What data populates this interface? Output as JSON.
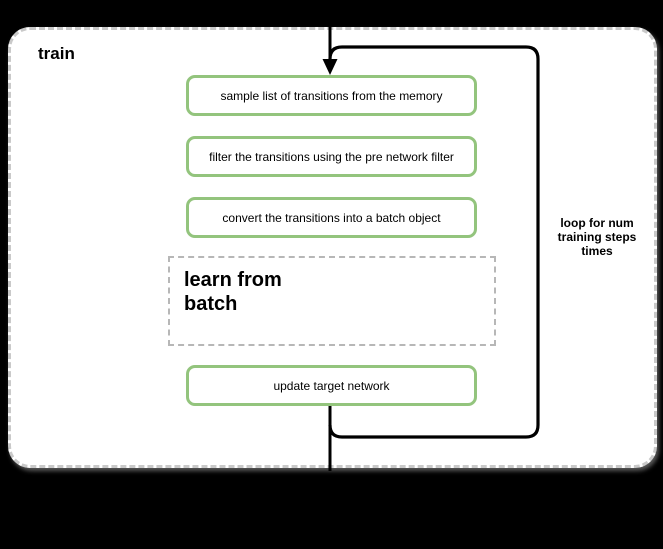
{
  "diagram": {
    "container_label": "train",
    "loop_annotation": "loop for num\ntraining steps\ntimes",
    "steps": [
      {
        "label": "sample list of transitions from the memory"
      },
      {
        "label": "filter the transitions using the pre network filter"
      },
      {
        "label": "convert the transitions into a batch object"
      }
    ],
    "subprocess_label": "learn from\nbatch",
    "final_step_label": "update target network",
    "colors": {
      "canvas_background": "#000000",
      "container_fill": "#ffffff",
      "container_border": "#c9c9c9",
      "subprocess_border": "#b7b7b7",
      "step_border": "#93c47d",
      "flow_line": "#000000"
    }
  }
}
